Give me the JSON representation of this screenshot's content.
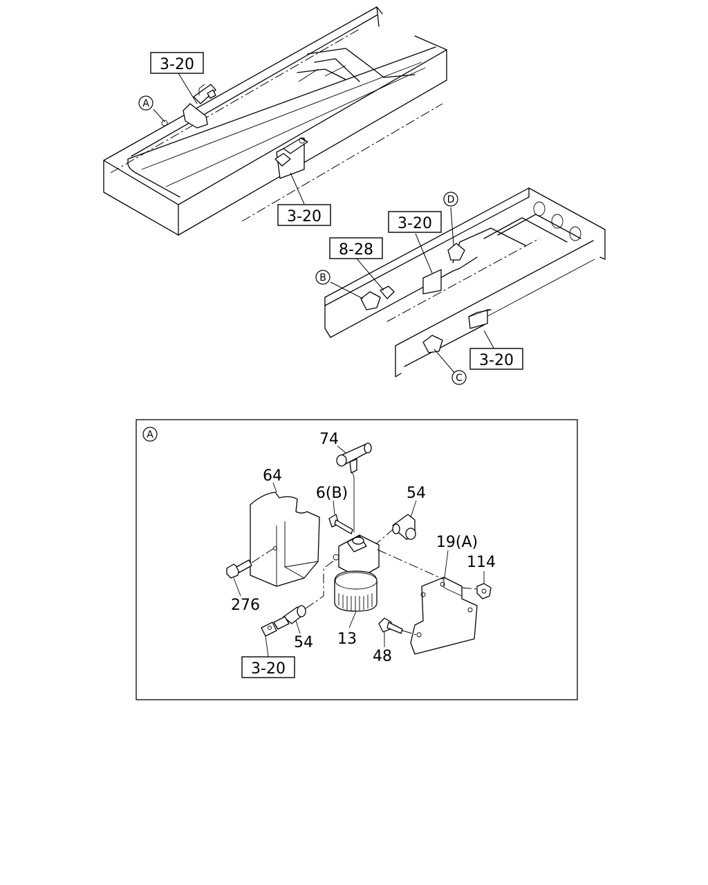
{
  "diagram": {
    "upper_refs": [
      "3-20",
      "3-20",
      "3-20",
      "8-28",
      "3-20"
    ],
    "detail_ref": "3-20",
    "circle_markers": [
      "A",
      "B",
      "C",
      "D"
    ],
    "detail_marker": "A",
    "callouts": [
      "74",
      "64",
      "6(B)",
      "54",
      "19(A)",
      "114",
      "276",
      "54",
      "13",
      "48"
    ]
  }
}
